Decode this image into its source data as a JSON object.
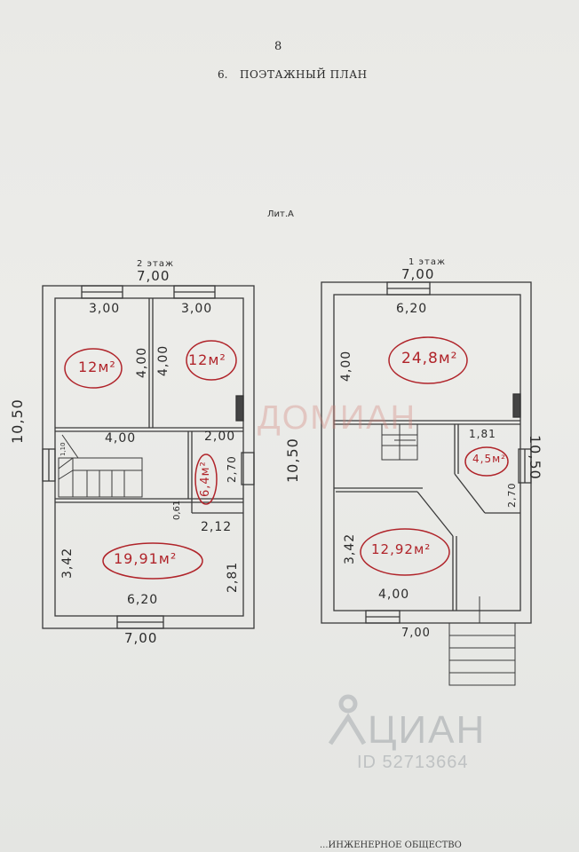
{
  "page_number": "8",
  "section_number": "6.",
  "section_title": "ПОЭТАЖНЫЙ ПЛАН",
  "letter_label": "Лит.А",
  "floor2": {
    "label": "2 этаж",
    "dim_top": "7,00",
    "dim_bottom": "7,00",
    "dim_left": "10,50",
    "rooms": [
      {
        "area": "12м²",
        "width": "3,00",
        "depth": "4,00"
      },
      {
        "area": "12м²",
        "width": "3,00",
        "depth": "4,00"
      },
      {
        "area": "6,4м²",
        "width": "2,00",
        "depth": "2,70"
      },
      {
        "area": "19,91м²",
        "width": "6,20",
        "depth_left": "3,42",
        "depth_right": "2,81"
      }
    ],
    "hall_width": "4,00",
    "stair_small": "1,10",
    "small_dim": "0,61",
    "corner_dim": "2,12"
  },
  "floor1": {
    "label": "1 этаж",
    "dim_top": "7,00",
    "dim_bottom": "7,00",
    "dim_left": "10,50",
    "dim_right": "10,50",
    "rooms": [
      {
        "area": "24,8м²",
        "width": "6,20",
        "depth": "4,00"
      },
      {
        "area": "4,5м²",
        "width": "1,81",
        "depth": "2,70"
      },
      {
        "area": "12,92м²",
        "width": "4,00",
        "depth": "3,42"
      }
    ]
  },
  "watermarks": {
    "domian": "ДОМИАН",
    "cian": "ЦИАН",
    "id": "ID 52713664"
  },
  "footer_fragment": "...ИНЖЕНЕРНОЕ ОБЩЕСТВО",
  "colors": {
    "ink": "#2b2b2b",
    "red_pen": "#b0242a",
    "paper": "#e9e9e6"
  }
}
